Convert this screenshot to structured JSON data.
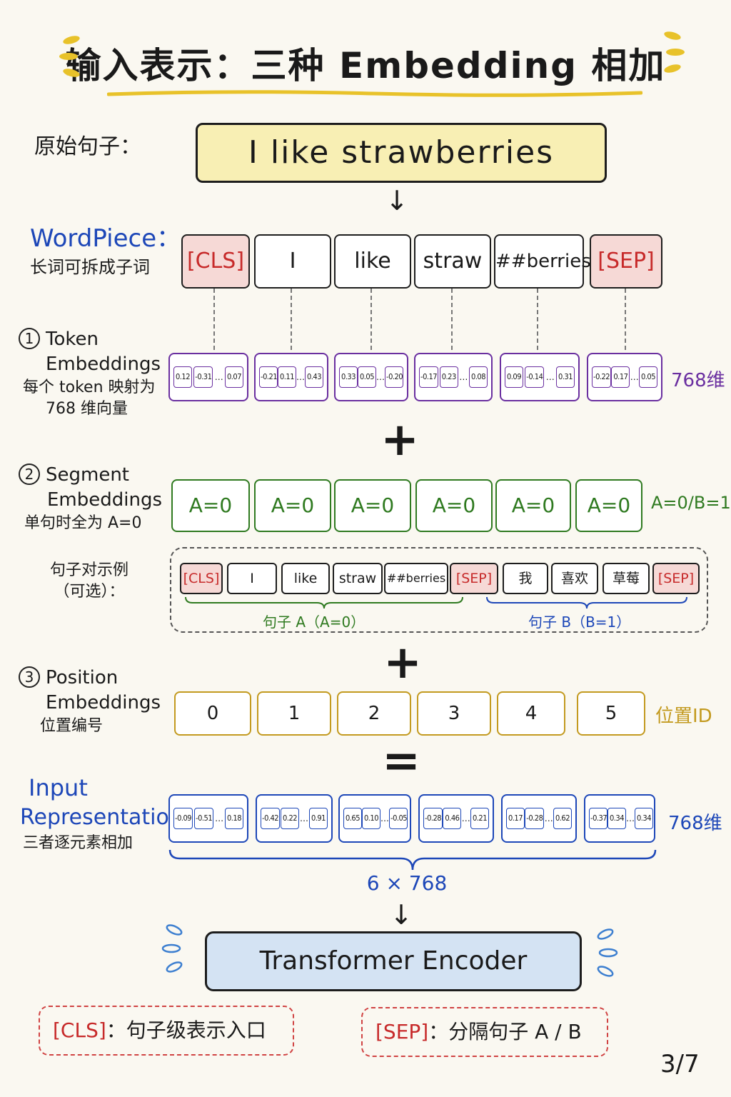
{
  "title": "输入表示：三种 Embedding 相加",
  "original_sentence": {
    "label": "原始句子：",
    "text": "I  like  strawberries"
  },
  "wordpiece": {
    "label": "WordPiece：",
    "sub": "长词可拆成子词",
    "tokens": [
      "[CLS]",
      "I",
      "like",
      "straw",
      "##berries",
      "[SEP]"
    ]
  },
  "token_embeddings": {
    "num": "1",
    "title_line1": "Token",
    "title_line2": "Embeddings",
    "sub1": "每个 token 映射为",
    "sub2": "768 维向量",
    "side": "768维",
    "vectors": [
      [
        "0.12",
        "-0.31",
        "0.07"
      ],
      [
        "-0.21",
        "0.11",
        "0.43"
      ],
      [
        "0.33",
        "0.05",
        "-0.20"
      ],
      [
        "-0.17",
        "0.23",
        "0.08"
      ],
      [
        "0.09",
        "-0.14",
        "0.31"
      ],
      [
        "-0.22",
        "0.17",
        "0.05"
      ]
    ]
  },
  "segment_embeddings": {
    "num": "2",
    "title_line1": "Segment",
    "title_line2": "Embeddings",
    "sub": "单句时全为 A=0",
    "values": [
      "A=0",
      "A=0",
      "A=0",
      "A=0",
      "A=0",
      "A=0"
    ],
    "side": "A=0/B=1"
  },
  "sentence_pair_example": {
    "label1": "句子对示例",
    "label2": "（可选）：",
    "tokens": [
      "[CLS]",
      "I",
      "like",
      "straw",
      "##berries",
      "[SEP]",
      "我",
      "喜欢",
      "草莓",
      "[SEP]"
    ],
    "brace_a": "句子 A（A=0）",
    "brace_b": "句子 B（B=1）"
  },
  "position_embeddings": {
    "num": "3",
    "title_line1": "Position",
    "title_line2": "Embeddings",
    "sub": "位置编号",
    "values": [
      "0",
      "1",
      "2",
      "3",
      "4",
      "5"
    ],
    "side": "位置ID"
  },
  "operators": {
    "plus": "+",
    "equals": "="
  },
  "input_representation": {
    "title_line1": "Input",
    "title_line2": "Representation",
    "sub": "三者逐元素相加",
    "side": "768维",
    "shape": "6 × 768",
    "vectors": [
      [
        "-0.09",
        "-0.51",
        "0.18"
      ],
      [
        "-0.42",
        "0.22",
        "0.91"
      ],
      [
        "0.65",
        "0.10",
        "-0.05"
      ],
      [
        "-0.28",
        "0.46",
        "0.21"
      ],
      [
        "0.17",
        "-0.28",
        "0.62"
      ],
      [
        "-0.37",
        "0.34",
        "0.34"
      ]
    ]
  },
  "encoder": "Transformer  Encoder",
  "notes": {
    "cls_tag": "[CLS]",
    "cls_text": "：句子级表示入口",
    "sep_tag": "[SEP]",
    "sep_text": "：分隔句子 A / B"
  },
  "page": "3/7",
  "colors": {
    "purple": "#6a2fa0",
    "green": "#2f7a20",
    "gold": "#c39a1f",
    "blue": "#1d47b8",
    "red": "#c72a2a",
    "yellow_fill": "#f8efb4",
    "blue_fill": "#d4e3f3"
  }
}
